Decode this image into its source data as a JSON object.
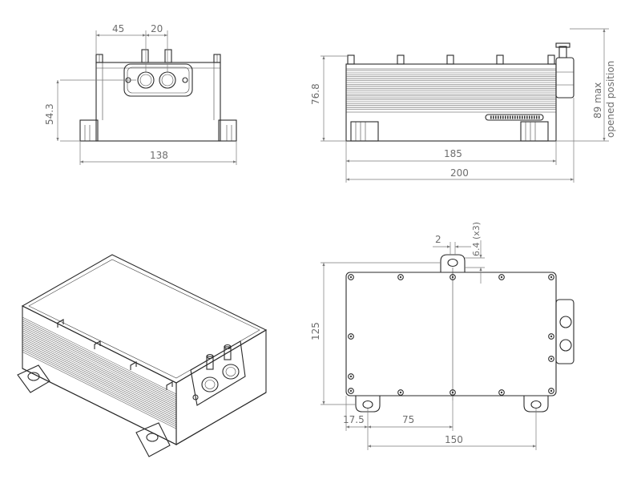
{
  "views": {
    "front": {
      "dims": {
        "port_offset": "45",
        "port_pitch": "20",
        "height": "54.3",
        "width": "138"
      }
    },
    "side": {
      "dims": {
        "height": "76.8",
        "length_body": "185",
        "length_total": "200",
        "max_height": "89 max",
        "max_height_note": "opened position"
      }
    },
    "top": {
      "dims": {
        "slot_width": "2",
        "slot_size": "6.4 (x3)",
        "depth": "125",
        "offset": "17.5",
        "hole_spacing": "75",
        "total_hole_spacing": "150"
      }
    },
    "isometric": {}
  },
  "colors": {
    "line": "#2a2a2a",
    "dimension": "#7a7a7a",
    "fins": "#555555"
  }
}
